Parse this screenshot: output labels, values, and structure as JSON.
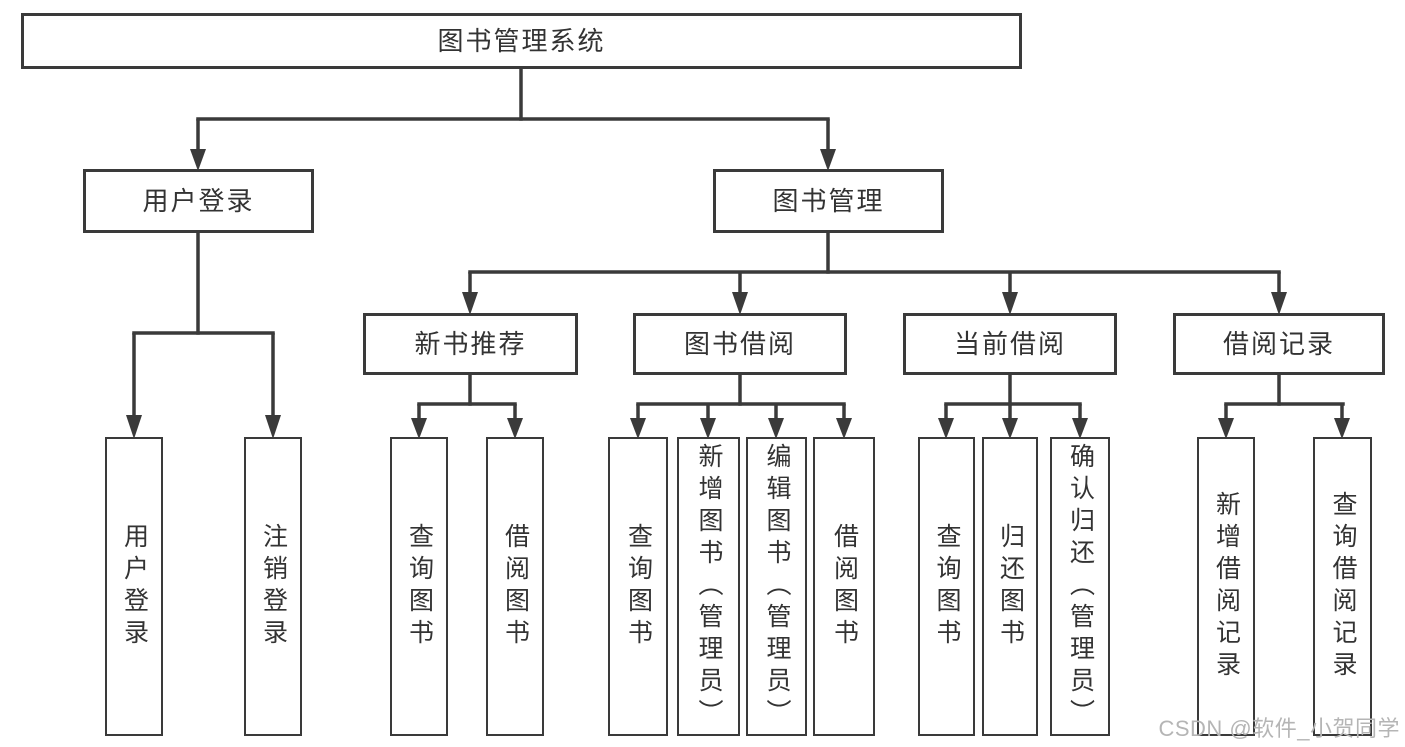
{
  "diagram": {
    "root": {
      "label": "图书管理系统"
    },
    "branches": [
      {
        "label": "用户登录",
        "children": [
          {
            "label": "用户登录"
          },
          {
            "label": "注销登录"
          }
        ]
      },
      {
        "label": "图书管理",
        "children": [
          {
            "label": "新书推荐",
            "children": [
              {
                "label": "查询图书"
              },
              {
                "label": "借阅图书"
              }
            ]
          },
          {
            "label": "图书借阅",
            "children": [
              {
                "label": "查询图书"
              },
              {
                "label": "新增图书（管理员）"
              },
              {
                "label": "编辑图书（管理员）"
              },
              {
                "label": "借阅图书"
              }
            ]
          },
          {
            "label": "当前借阅",
            "children": [
              {
                "label": "查询图书"
              },
              {
                "label": "归还图书"
              },
              {
                "label": "确认归还（管理员）"
              }
            ]
          },
          {
            "label": "借阅记录",
            "children": [
              {
                "label": "新增借阅记录"
              },
              {
                "label": "查询借阅记录"
              }
            ]
          }
        ]
      }
    ]
  },
  "watermark": {
    "text": "CSDN @软件_小贺同学"
  },
  "colors": {
    "line": "#3a3a3a",
    "text": "#333333",
    "watermark": "#b5b5b5",
    "background": "#ffffff"
  }
}
